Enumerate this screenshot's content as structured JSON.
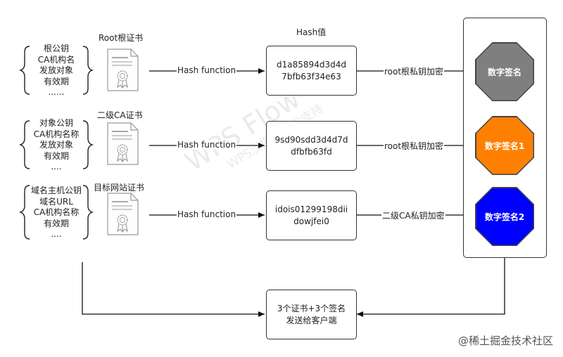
{
  "title_hash": "Hash值",
  "certs": [
    {
      "caption": "Root根证书",
      "fields": [
        "根公钥",
        "CA机构名",
        "发放对象",
        "有效期",
        "......"
      ],
      "arrow_label": "Hash function",
      "hash_line1": "d1a85894d3d4d",
      "hash_line2": "7bfb63f34e63",
      "encrypt_label": "root根私钥加密",
      "signature": "数字签名",
      "signature_color": "#7f7f7f"
    },
    {
      "caption": "二级CA证书",
      "fields": [
        "对象公钥",
        "CA机构名称",
        "发放对象",
        "有效期",
        "...."
      ],
      "arrow_label": "Hash function",
      "hash_line1": "9sd90sdd3d4d7d",
      "hash_line2": "dfbfb63fd",
      "encrypt_label": "root根私钥加密",
      "signature": "数字签名1",
      "signature_color": "#ff8000"
    },
    {
      "caption": "目标网站证书",
      "fields": [
        "域名主机公钥",
        "域名URL",
        "CA机构名称",
        "有效期",
        "...."
      ],
      "arrow_label": "Hash function",
      "hash_line1": "idois01299198dii",
      "hash_line2": "dowjfei0",
      "encrypt_label": "二级CA私钥加密",
      "signature": "数字签名2",
      "signature_color": "#0000ff"
    }
  ],
  "result_line1": "3个证书+3个签名",
  "result_line2": "发送给客户端",
  "watermark_line1": "WPS Flow",
  "watermark_line2": "WPS汉提供技术支持",
  "credit": "@稀土掘金技术社区"
}
